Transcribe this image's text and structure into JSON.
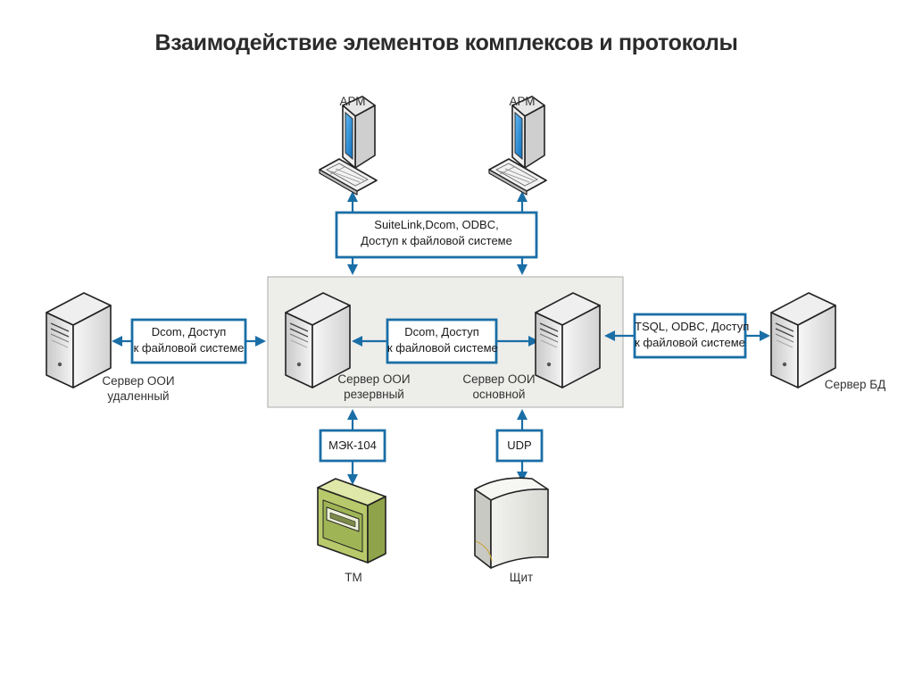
{
  "title": "Взаимодействие элементов комплексов и протоколы",
  "nodes": {
    "arm_left": "АРМ",
    "arm_right": "АРМ",
    "server_remote": [
      "Сервер ООИ",
      "удаленный"
    ],
    "server_reserve": [
      "Сервер ООИ",
      "резервный"
    ],
    "server_main": [
      "Сервер ООИ",
      "основной"
    ],
    "server_db": "Сервер БД",
    "tm": "ТМ",
    "shield": "Щит"
  },
  "protocols": {
    "top": [
      "SuiteLink,Dcom, ODBC,",
      "Доступ к файловой системе"
    ],
    "left": [
      "Dcom, Доступ",
      "к файловой системе"
    ],
    "middle": [
      "Dcom, Доступ",
      "к файловой системе"
    ],
    "right": [
      "TSQL, ODBC, Доступ",
      "к файловой системе"
    ],
    "bottom_left": "МЭК-104",
    "bottom_right": "UDP"
  },
  "colors": {
    "accent": "#1a6ea6",
    "cluster_fill": "#ededea",
    "cluster_border": "#b8b8b8",
    "monitor_screen": "#1e8fd8",
    "tm_green": "#b7c96a"
  }
}
